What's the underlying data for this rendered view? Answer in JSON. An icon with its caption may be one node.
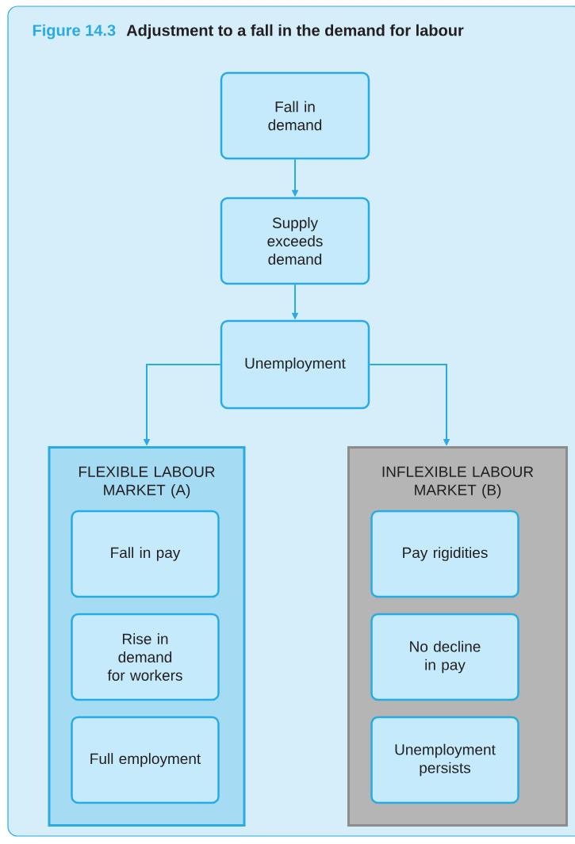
{
  "diagram": {
    "title": "Adjustment to a fall in the demand for labour",
    "nodes": [
      {
        "text": [
          "Fall in demand"
        ]
      },
      {
        "text": [
          "Supply exceeds demand"
        ]
      },
      {
        "text": [
          "Unemployment"
        ]
      },
      {
        "text": [
          "FLEXIBLE LABOUR MARKET (A)"
        ]
      },
      {
        "text": [
          "Fall in pay"
        ],
        "in": 3
      },
      {
        "text": [
          "Rise in demand for workers"
        ],
        "in": 3
      },
      {
        "text": [
          "Full employment"
        ],
        "in": 3
      },
      {
        "text": [
          "INFLEXIBLE LABOUR MARKET (B)"
        ]
      },
      {
        "text": [
          "Pay rigidities"
        ],
        "in": 7
      },
      {
        "text": [
          "No decline in pay"
        ],
        "in": 7
      },
      {
        "text": [
          "Unemployment persists"
        ],
        "in": 7
      }
    ],
    "edges": [
      {
        "from": 0,
        "to": 1,
        "arrow": "to"
      },
      {
        "from": 1,
        "to": 2,
        "arrow": "to"
      },
      {
        "from": 2,
        "to": 3,
        "arrow": "to"
      },
      {
        "from": 2,
        "to": 7,
        "arrow": "to"
      }
    ],
    "labels": [
      "Figure 14.3"
    ]
  }
}
